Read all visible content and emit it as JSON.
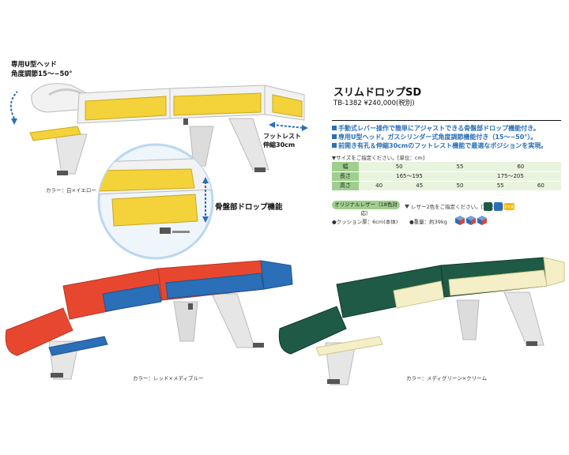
{
  "callouts": {
    "head_line1": "専用U型ヘッド",
    "head_line2": "角度調節15～−50°",
    "foot_line1": "フットレスト",
    "foot_line2": "伸縮30cm",
    "pelvic": "骨盤部ドロップ機能"
  },
  "captions": {
    "top": "カラー：白×イエロー",
    "bottom_left": "カラー：レッド×メディブルー",
    "bottom_right": "カラー：メディグリーン×クリーム"
  },
  "product": {
    "name": "スリムドロップSD",
    "code_price": "TB-1382  ¥240,000(税別)",
    "features": [
      "手動式レバー操作で簡単にアジャストできる骨盤部ドロップ機能付き。",
      "専用U型ヘッド。ガスシリンダー式角度調節機能付き（15～−50°）。",
      "前開き有孔＆伸縮30cmのフットレスト機能で最適なポジションを実現。"
    ],
    "size_note": "▼サイズをご指定ください。[単位：cm]",
    "spec": {
      "width_label": "幅",
      "width_values": [
        "50",
        "55",
        "60"
      ],
      "length_label": "長さ",
      "length_values": [
        "165～195",
        "175～205"
      ],
      "height_label": "高さ",
      "height_values": [
        "40",
        "45",
        "50",
        "55",
        "60"
      ]
    },
    "leather_pill": "オリジナルレザー（18色対応）",
    "leather_note": "レザー2色をご指定ください。[下記参照]",
    "chip_label": "かだ参考",
    "cushion": "●クッション厚：6cm(本体)",
    "weight": "●重量：約39kg"
  },
  "colors": {
    "yellow": "#f3d23a",
    "white_leather": "#f2f2f2",
    "frame": "#e6e6e6",
    "red": "#e8472f",
    "blue": "#2a6fb7",
    "green": "#1e5a46",
    "cream": "#f4efc6",
    "accent_blue": "#2a6fb7",
    "table_green": "#9fcf8e",
    "chip_orange": "#ffb400"
  }
}
